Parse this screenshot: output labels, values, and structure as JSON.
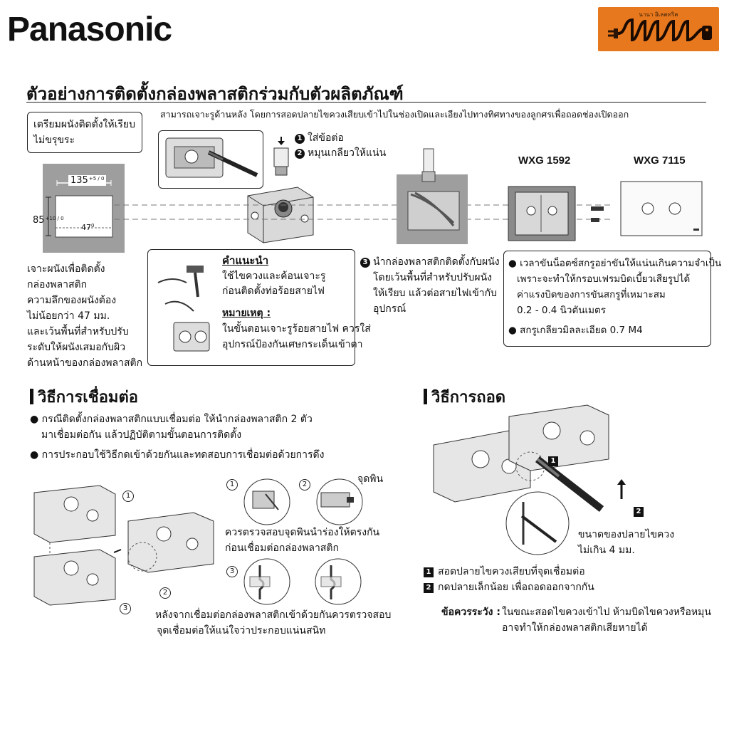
{
  "header": {
    "brand": "Panasonic",
    "logo_small_text": "นานา อิเลคทริค",
    "logo_text": "นานา",
    "title": "ตัวอย่างการติดตั้งกล่องพลาสติกร่วมกับตัวผลิตภัณฑ์"
  },
  "install": {
    "top_note": "สามารถเจาะรูด้านหลัง โดยการสอดปลายไขควงเสียบเข้าไปในช่องเปิดและเอียงไปทางทิศทางของลูกศรเพื่อถอดช่องเปิดออก",
    "prepare_wall": [
      "เตรียมผนังติดตั้งให้เรียบ",
      "ไม่ขรุขระ"
    ],
    "dim_width": "135",
    "dim_width_tol": "+5 / 0",
    "dim_height": "85",
    "dim_height_tol": "+10 / 0",
    "dim_depth": "47",
    "dim_depth_tol": "0",
    "step1": "ใส่ข้อต่อ",
    "step2": "หมุนเกลียวให้แน่น",
    "step1_num": "1",
    "step2_num": "2",
    "step3_num": "3",
    "drill_note": [
      "เจาะผนังเพื่อติดตั้ง",
      "กล่องพลาสติก",
      "ความลึกของผนังต้อง",
      "ไม่น้อยกว่า 47 มม.",
      "และเว้นพื้นที่สำหรับปรับ",
      "ระดับให้ผนังเสมอกับผิว",
      "ด้านหน้าของกล่องพลาสติก"
    ],
    "advice_title": "คำแนะนำ",
    "advice_text": [
      "ใช้ไขควงและค้อนเจาะรู",
      "ก่อนติดตั้งท่อร้อยสายไฟ"
    ],
    "note_title": "หมายเหตุ :",
    "note_text": [
      "ในขั้นตอนเจาะรูร้อยสายไฟ ควรใส่",
      "อุปกรณ์ป้องกันเศษกระเด็นเข้าตา"
    ],
    "step3_text": [
      "นำกล่องพลาสติกติดตั้งกับผนัง",
      "โดยเว้นพื้นที่สำหรับปรับผนัง",
      "ให้เรียบ แล้วต่อสายไฟเข้ากับ",
      "อุปกรณ์"
    ],
    "model_1": "WXG 1592",
    "model_2": "WXG 7115",
    "screw_notes": [
      "เวลาขันน็อตซ์สกรูอย่าขันให้แน่นเกินความจำเป็น",
      "เพราะจะทำให้กรอบเฟรมบิดเบี้ยวเสียรูปได้",
      "ค่าแรงบิดของการขันสกรูที่เหมาะสม",
      "0.2 - 0.4 นิวตันเมตร",
      "สกรูเกลียวมิลละเอียด 0.7 M4"
    ]
  },
  "connect": {
    "title": "วิธีการเชื่อมต่อ",
    "bullets": [
      "กรณีติดตั้งกล่องพลาสติกแบบเชื่อมต่อ ให้นำกล่องพลาสติก 2 ตัว",
      "มาเชื่อมต่อกัน แล้วปฏิบัติตามขั้นตอนการติดตั้ง",
      "การประกอบใช้วิธีกดเข้าด้วยกันและทดสอบการเชื่อมต่อด้วยการดึง"
    ],
    "pin_label": "จุดพิน",
    "check_pin": [
      "ควรตรวจสอบจุดพินนำร่องให้ตรงกัน",
      "ก่อนเชื่อมต่อกล่องพลาสติก"
    ],
    "after_connect": [
      "หลังจากเชื่อมต่อกล่องพลาสติกเข้าด้วยกันควรตรวจสอบ",
      "จุดเชื่อมต่อให้แน่ใจว่าประกอบแน่นสนิท"
    ],
    "markers": [
      "1",
      "2",
      "3"
    ]
  },
  "remove": {
    "title": "วิธีการถอด",
    "tip_size": [
      "ขนาดของปลายไขควง",
      "ไม่เกิน 4 มม."
    ],
    "steps": [
      "สอดปลายไขควงเสียบที่จุดเชื่อมต่อ",
      "กดปลายเล็กน้อย เพื่อถอดออกจากกัน"
    ],
    "caution_label": "ข้อควรระวัง :",
    "caution_text": [
      "ในขณะสอดไขควงเข้าไป ห้ามบิดไขควงหรือหมุน",
      "อาจทำให้กล่องพลาสติกเสียหายได้"
    ],
    "step_nums": [
      "1",
      "2"
    ]
  }
}
